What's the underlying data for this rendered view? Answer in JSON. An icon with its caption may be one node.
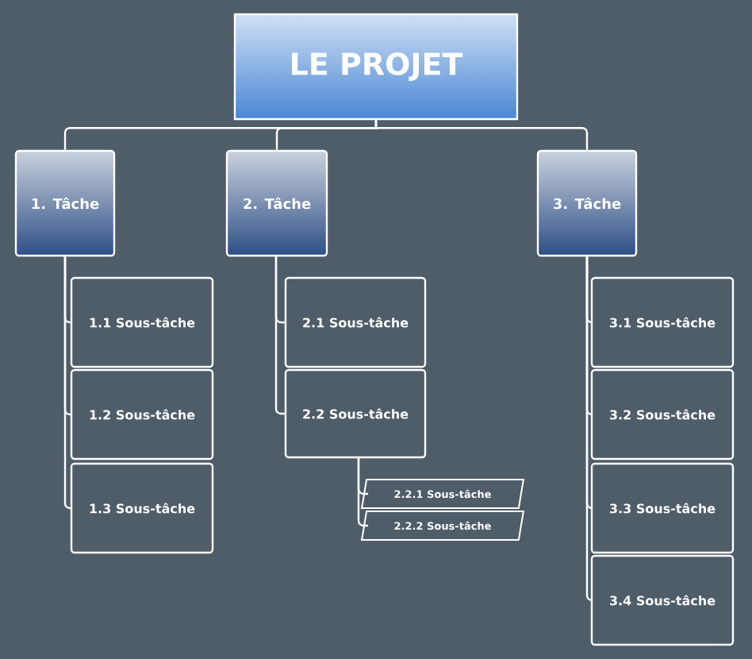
{
  "diagram": {
    "nodes": [
      {
        "text": [
          "LE PROJET"
        ]
      },
      {
        "text": [
          "1. Tâche"
        ]
      },
      {
        "text": [
          "2. Tâche"
        ]
      },
      {
        "text": [
          "3. Tâche"
        ]
      },
      {
        "text": [
          "1.1 Sous-tâche"
        ]
      },
      {
        "text": [
          "1.2 Sous-tâche"
        ]
      },
      {
        "text": [
          "1.3 Sous-tâche"
        ]
      },
      {
        "text": [
          "2.1 Sous-tâche"
        ]
      },
      {
        "text": [
          "2.2 Sous-tâche"
        ]
      },
      {
        "text": [
          "2.2.1 Sous-tâche"
        ]
      },
      {
        "text": [
          "2.2.2 Sous-tâche"
        ]
      },
      {
        "text": [
          "3.1 Sous-tâche"
        ]
      },
      {
        "text": [
          "3.2 Sous-tâche"
        ]
      },
      {
        "text": [
          "3.3 Sous-tâche"
        ]
      },
      {
        "text": [
          "3.4 Sous-tâche"
        ]
      }
    ],
    "edges": [
      {
        "from": 0,
        "to": 1,
        "arrow": "none"
      },
      {
        "from": 0,
        "to": 2,
        "arrow": "none"
      },
      {
        "from": 0,
        "to": 3,
        "arrow": "none"
      },
      {
        "from": 1,
        "to": 4,
        "arrow": "none"
      },
      {
        "from": 1,
        "to": 5,
        "arrow": "none"
      },
      {
        "from": 1,
        "to": 6,
        "arrow": "none"
      },
      {
        "from": 2,
        "to": 7,
        "arrow": "none"
      },
      {
        "from": 2,
        "to": 8,
        "arrow": "none"
      },
      {
        "from": 8,
        "to": 9,
        "arrow": "none"
      },
      {
        "from": 8,
        "to": 10,
        "arrow": "none"
      },
      {
        "from": 3,
        "to": 11,
        "arrow": "none"
      },
      {
        "from": 3,
        "to": 12,
        "arrow": "none"
      },
      {
        "from": 3,
        "to": 13,
        "arrow": "none"
      },
      {
        "from": 3,
        "to": 14,
        "arrow": "none"
      }
    ]
  }
}
